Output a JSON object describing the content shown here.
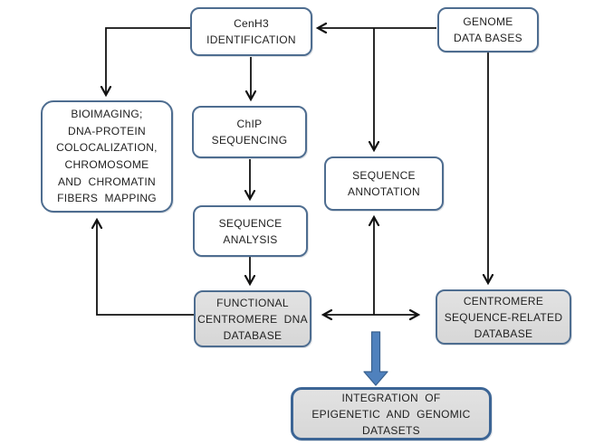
{
  "diagram": {
    "description": "Centromere genomics workflow flowchart",
    "palette": {
      "box_border": "#4e6d90",
      "integration_border": "#3c6595",
      "box_fill_white": "#ffffff",
      "box_fill_gray": "#dbdbdb",
      "connector_line": "#111111",
      "block_arrow_fill": "#4f81bd",
      "block_arrow_edge": "#38608e",
      "background": "#ffffff"
    }
  },
  "nodes": {
    "cenh3": {
      "label": "CenH3\nIDENTIFICATION"
    },
    "genome": {
      "label": "GENOME\nDATA BASES"
    },
    "bioimaging": {
      "label": "BIOIMAGING;\nDNA-PROTEIN\nCOLOCALIZATION,\nCHROMOSOME\nAND  CHROMATIN\nFIBERS  MAPPING"
    },
    "chip": {
      "label": "ChIP\nSEQUENCING"
    },
    "seq_annotation": {
      "label": "SEQUENCE\nANNOTATION"
    },
    "seq_analysis": {
      "label": "SEQUENCE\nANALYSIS"
    },
    "functional_db": {
      "label": "FUNCTIONAL\nCENTROMERE  DNA\nDATABASE"
    },
    "centromere_db": {
      "label": "CENTROMERE\nSEQUENCE-RELATED\nDATABASE"
    },
    "integration": {
      "label": "INTEGRATION  OF\nEPIGENETIC  AND  GENOMIC\nDATASETS"
    }
  },
  "edges": [
    {
      "from": "cenh3",
      "to": "bioimaging",
      "style": "thin-arrow"
    },
    {
      "from": "cenh3",
      "to": "chip",
      "style": "thin-arrow"
    },
    {
      "from": "genome",
      "to": "cenh3",
      "style": "thin-arrow"
    },
    {
      "from": "genome",
      "to": "seq_annotation",
      "style": "thin-arrow"
    },
    {
      "from": "genome",
      "to": "centromere_db",
      "style": "thin-arrow"
    },
    {
      "from": "chip",
      "to": "seq_analysis",
      "style": "thin-arrow"
    },
    {
      "from": "seq_analysis",
      "to": "functional_db",
      "style": "thin-arrow"
    },
    {
      "from": "functional_db",
      "to": "bioimaging",
      "style": "thin-arrow"
    },
    {
      "from": "functional_db",
      "to": "seq_annotation",
      "style": "thin-arrow"
    },
    {
      "from": "functional_db",
      "to": "centromere_db",
      "style": "double-arrow"
    },
    {
      "from": "junction",
      "to": "integration",
      "style": "thick-block-arrow"
    }
  ]
}
